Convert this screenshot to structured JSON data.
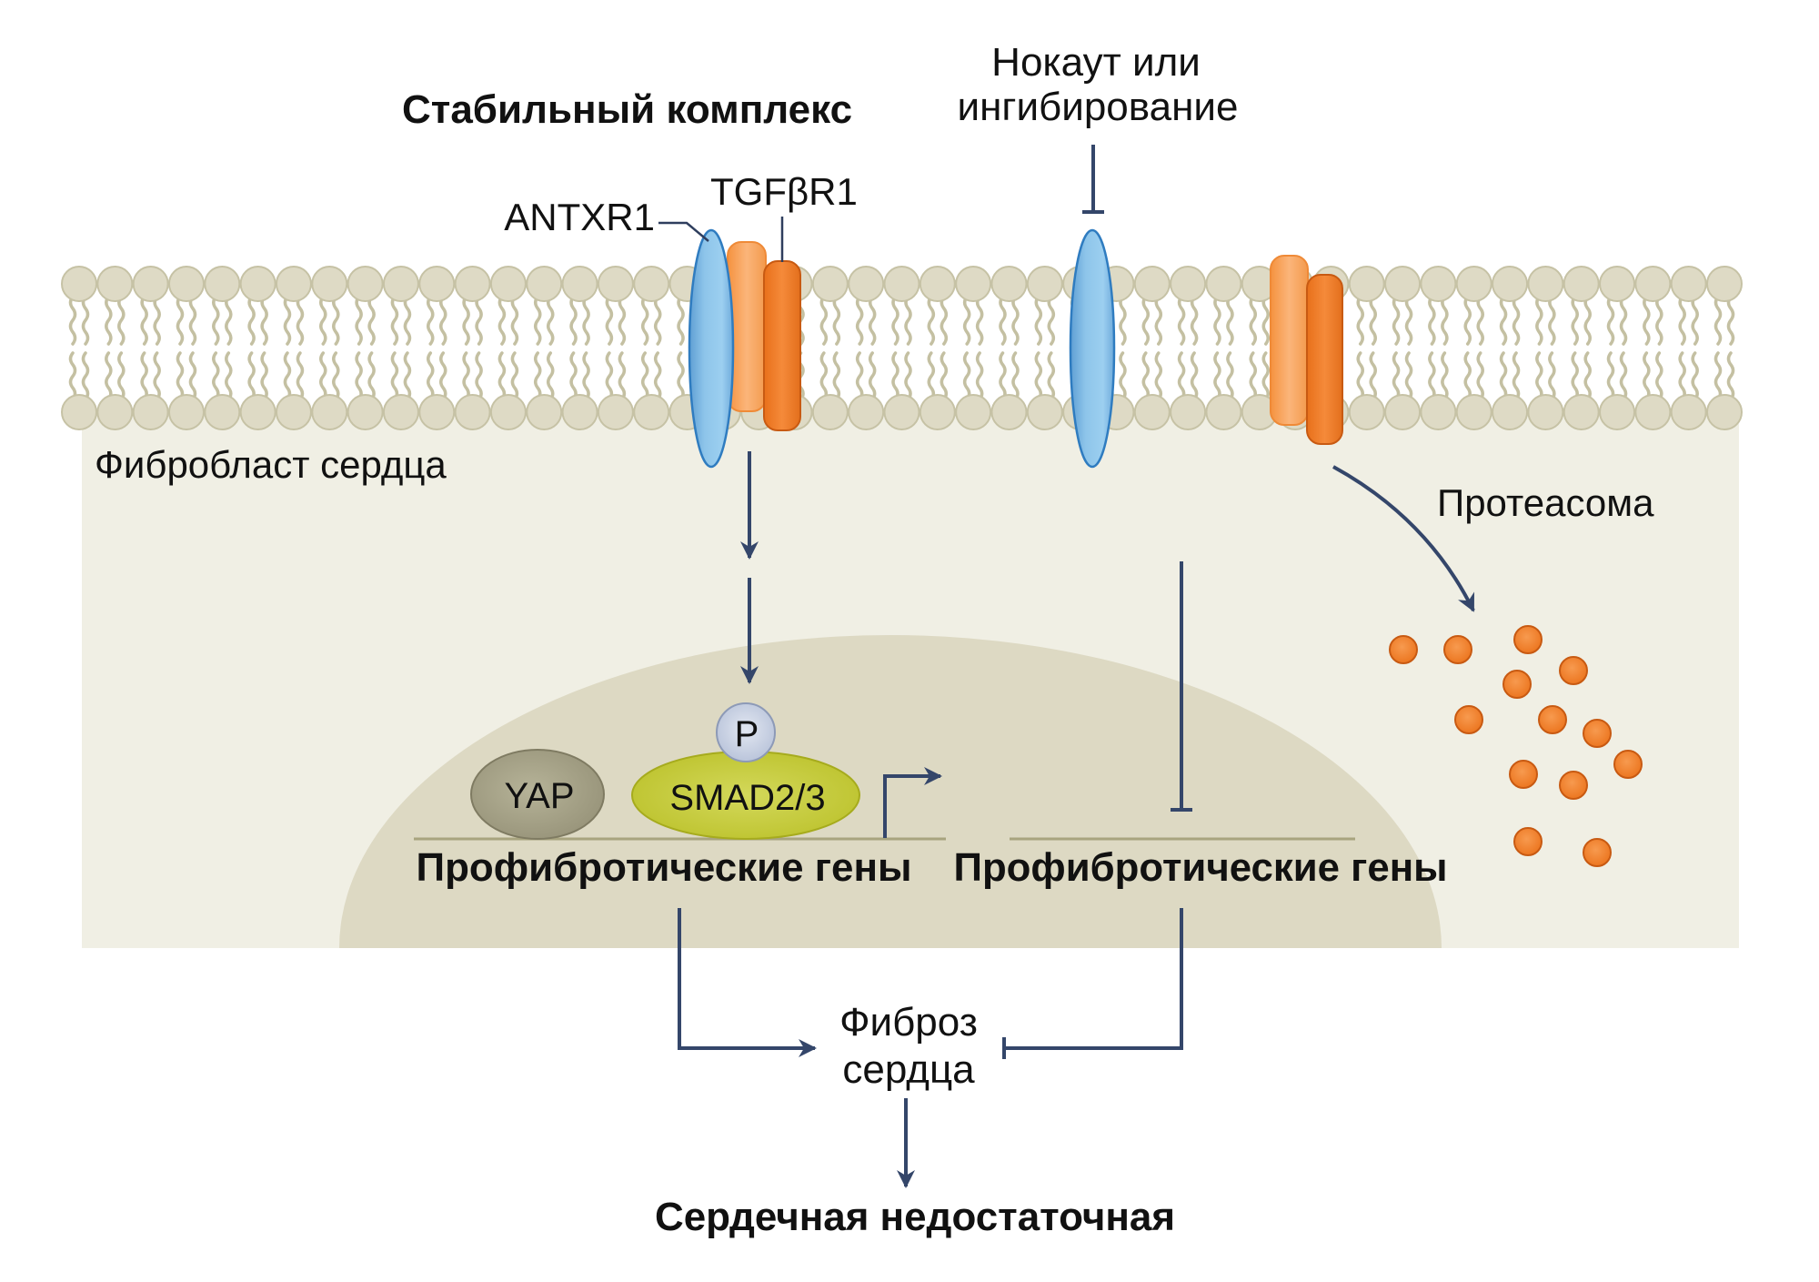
{
  "title": "Стабильный комплекс",
  "inhibition_label": {
    "line1": "Нокаут или",
    "line2": "ингибирование"
  },
  "proteins": {
    "antxr1": "ANTXR1",
    "tgfbr1": "TGFβR1",
    "yap": "YAP",
    "smad": "SMAD2/3",
    "phospho": "P"
  },
  "cell_label": "Фибробласт сердца",
  "proteasome_label": "Протеасома",
  "genes": {
    "left": "Профибротические гены",
    "right": "Профибротические гены"
  },
  "outcome": {
    "fibrosis_line1": "Фиброз",
    "fibrosis_line2": "сердца",
    "final": "Сердечная недостаточная"
  },
  "colors": {
    "membrane_head": "#dedac5",
    "membrane_stroke": "#c6c2a5",
    "cytoplasm": "#f0efe4",
    "nucleus": "#ddd9c3",
    "antxr1_blue": "#8ec5ea",
    "tgfbr1_light_orange": "#f9a865",
    "tgfbr1_dark_orange": "#f07f27",
    "yap_olive": "#a7a387",
    "smad_green": "#c6cc3a",
    "phospho_blue": "#c7d0e2",
    "arrow": "#34466a",
    "degraded_fragment": "#f07f27"
  }
}
